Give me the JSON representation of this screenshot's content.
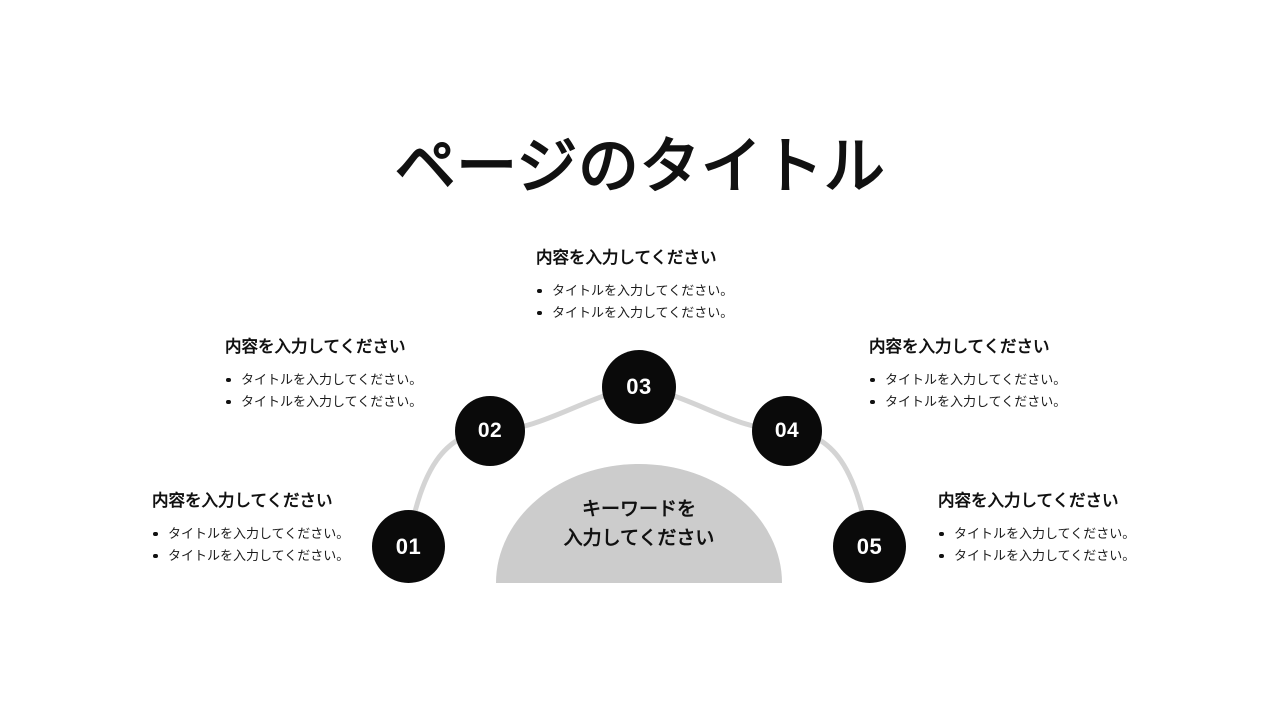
{
  "slide": {
    "title": "ページのタイトル",
    "background": "#ffffff"
  },
  "center_shape": {
    "name": "semicircle-dome",
    "color": "#cccccc",
    "label_line1": "キーワードを",
    "label_line2": "入力してください",
    "label": "キーワードを\n入力してください"
  },
  "arc": {
    "color": "#d4d4d4",
    "stroke_width": 5
  },
  "steps": [
    {
      "number": "01",
      "circle_color": "#0a0a0a",
      "number_color": "#ffffff",
      "heading": "内容を入力してください",
      "bullets": [
        "タイトルを入力してください。",
        "タイトルを入力してください。"
      ]
    },
    {
      "number": "02",
      "circle_color": "#0a0a0a",
      "number_color": "#ffffff",
      "heading": "内容を入力してください",
      "bullets": [
        "タイトルを入力してください。",
        "タイトルを入力してください。"
      ]
    },
    {
      "number": "03",
      "circle_color": "#0a0a0a",
      "number_color": "#ffffff",
      "heading": "内容を入力してください",
      "bullets": [
        "タイトルを入力してください。",
        "タイトルを入力してください。"
      ]
    },
    {
      "number": "04",
      "circle_color": "#0a0a0a",
      "number_color": "#ffffff",
      "heading": "内容を入力してください",
      "bullets": [
        "タイトルを入力してください。",
        "タイトルを入力してください。"
      ]
    },
    {
      "number": "05",
      "circle_color": "#0a0a0a",
      "number_color": "#ffffff",
      "heading": "内容を入力してください",
      "bullets": [
        "タイトルを入力してください。",
        "タイトルを入力してください。"
      ]
    }
  ]
}
